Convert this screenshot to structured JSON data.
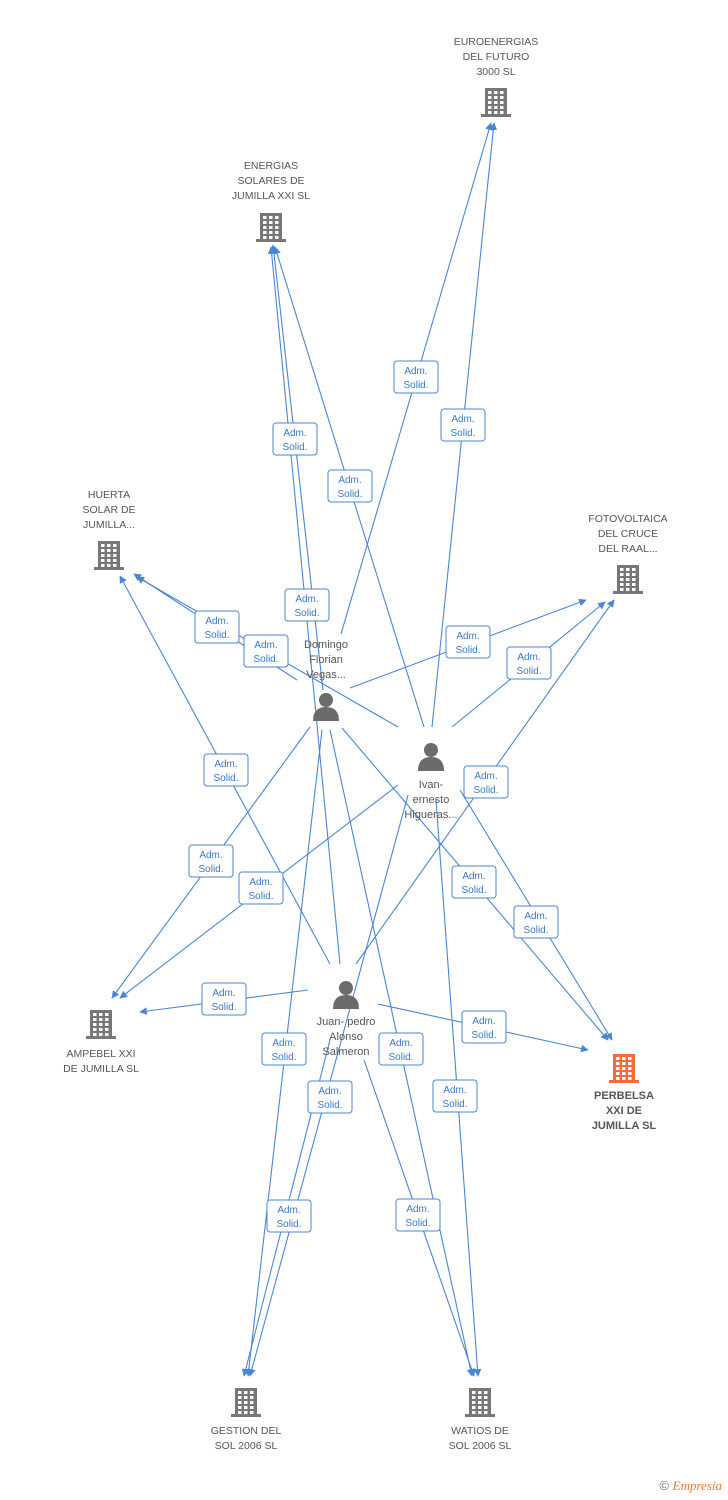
{
  "companies": [
    {
      "id": "euro",
      "lines": [
        "EUROENERGIAS",
        "DEL FUTURO",
        "3000 SL"
      ],
      "focus": false
    },
    {
      "id": "energias",
      "lines": [
        "ENERGIAS",
        "SOLARES DE",
        "JUMILLA XXI SL"
      ],
      "focus": false
    },
    {
      "id": "huerta",
      "lines": [
        "HUERTA",
        "SOLAR DE",
        "JUMILLA..."
      ],
      "focus": false
    },
    {
      "id": "foto",
      "lines": [
        "FOTOVOLTAICA",
        "DEL CRUCE",
        "DEL RAAL..."
      ],
      "focus": false
    },
    {
      "id": "ampebel",
      "lines": [
        "AMPEBEL XXI",
        "DE JUMILLA SL"
      ],
      "focus": false
    },
    {
      "id": "perbelsa",
      "lines": [
        "PERBELSA",
        "XXI DE",
        "JUMILLA SL"
      ],
      "focus": true
    },
    {
      "id": "gestion",
      "lines": [
        "GESTION DEL",
        "SOL 2006 SL"
      ],
      "focus": false
    },
    {
      "id": "watios",
      "lines": [
        "WATIOS DE",
        "SOL 2006 SL"
      ],
      "focus": false
    }
  ],
  "persons": [
    {
      "id": "domingo",
      "lines": [
        "Domingo",
        "Florian",
        "Vegas..."
      ]
    },
    {
      "id": "ivan",
      "lines": [
        "Ivan-",
        "ernesto",
        "Higueras..."
      ]
    },
    {
      "id": "juan",
      "lines": [
        "Juan- pedro",
        "Alonso",
        "Salmeron"
      ]
    }
  ],
  "edge_label": [
    "Adm.",
    "Solid."
  ],
  "edges": [
    {
      "from": "domingo",
      "to": "euro"
    },
    {
      "from": "ivan",
      "to": "euro"
    },
    {
      "from": "domingo",
      "to": "energias"
    },
    {
      "from": "ivan",
      "to": "energias"
    },
    {
      "from": "juan",
      "to": "energias"
    },
    {
      "from": "domingo",
      "to": "huerta"
    },
    {
      "from": "ivan",
      "to": "huerta"
    },
    {
      "from": "juan",
      "to": "huerta"
    },
    {
      "from": "domingo",
      "to": "foto"
    },
    {
      "from": "ivan",
      "to": "foto"
    },
    {
      "from": "juan",
      "to": "foto"
    },
    {
      "from": "domingo",
      "to": "ampebel"
    },
    {
      "from": "ivan",
      "to": "ampebel"
    },
    {
      "from": "juan",
      "to": "ampebel"
    },
    {
      "from": "domingo",
      "to": "perbelsa"
    },
    {
      "from": "ivan",
      "to": "perbelsa"
    },
    {
      "from": "juan",
      "to": "perbelsa"
    },
    {
      "from": "domingo",
      "to": "gestion"
    },
    {
      "from": "ivan",
      "to": "gestion"
    },
    {
      "from": "juan",
      "to": "gestion"
    },
    {
      "from": "domingo",
      "to": "watios"
    },
    {
      "from": "ivan",
      "to": "watios"
    },
    {
      "from": "juan",
      "to": "watios"
    }
  ],
  "colors": {
    "edge": "#4a86d4",
    "company": "#777777",
    "focus_company": "#f26b3a",
    "person": "#6b6b6b"
  },
  "footer": {
    "copyright": "©",
    "brand": "Empresia"
  }
}
